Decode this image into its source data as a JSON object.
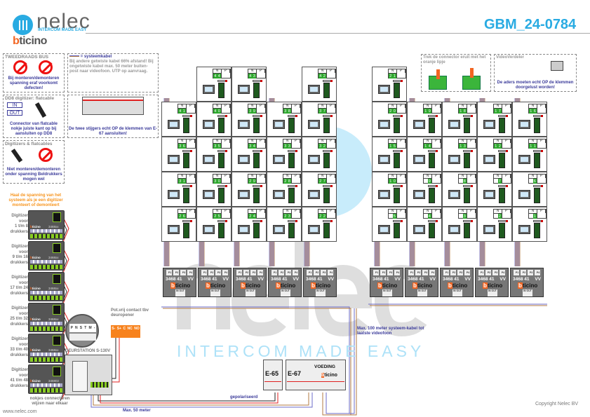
{
  "header": {
    "title": "GBM_24-0784",
    "logo_word": "nelec",
    "logo_tagline": "INTERCOM MADE EASY",
    "brand_b": "b",
    "brand_rest": "ticino"
  },
  "watermark": {
    "word": "nelec",
    "tagline": "INTERCOM MADE EASY"
  },
  "notes": {
    "bus": {
      "heading": "TWEEDRAADS BUS",
      "text": "Bij monteren/demonteren spanning eraf voorkomt defecten!"
    },
    "cable": {
      "heading": "= systeemkabel",
      "text": "Bij andere getwiste kabel 66% afstand! Bij ongetwiste kabel max. 50 meter buiten-post naar videofoon. UTP op aanvraag."
    },
    "dd8": {
      "heading": "DD8 digitizer: flatcable",
      "in": "IN",
      "out": "OUT",
      "text": "Connector van flatcable nokje juiste kant op bij aansluiten op DD8"
    },
    "e67": {
      "text": "De twee stijgers echt OP de klemmen van E-67 aansluiten!"
    },
    "flat": {
      "heading": "Digitizers & flatcables",
      "text": "Niet monteren/demonteren onder spanning Beldrukkers mogen wel"
    },
    "connector": {
      "heading": "Trek de connector eruit met het oranje lipje"
    },
    "splitter": {
      "heading": "VideoVerdeler",
      "text": "De aders moeten echt OP de klemmen doorgelust worden!"
    }
  },
  "digitizer_warning": "Haal de spanning van het systeem als je een digitizer monteert of demonteert",
  "digitizers": [
    {
      "label": "Digitizer\nvoor\n1 t/m 8\ndrukkers",
      "model": "3468xx"
    },
    {
      "label": "Digitizer\nvoor\n9 t/m 16\ndrukkers",
      "model": "3468xx"
    },
    {
      "label": "Digitizer\nvoor\n17 t/m 24\ndrukkers",
      "model": "3468xx"
    },
    {
      "label": "Digitizer\nvoor\n25 t/m 32\ndrukkers",
      "model": "3468xx"
    },
    {
      "label": "Digitizer\nvoor\n33 t/m 40\ndrukkers",
      "model": "3468xx"
    },
    {
      "label": "Digitizer\nvoor\n41 t/m 48\ndrukkers",
      "model": "346802"
    }
  ],
  "digitizer_brand": {
    "b": "b",
    "rest": "ticino"
  },
  "unit_header": {
    "n": "N",
    "p": "P"
  },
  "left_block": [
    [
      null,
      "44",
      "43",
      null,
      "42"
    ],
    [
      "41",
      "40",
      "39",
      "38",
      "37"
    ],
    [
      "36",
      "35",
      "34",
      "33",
      "32"
    ],
    [
      "31",
      "30",
      "29",
      "28",
      "27"
    ],
    [
      "26",
      "25",
      "24",
      "23",
      "22"
    ]
  ],
  "right_block": [
    [
      "21",
      null,
      null,
      null,
      null
    ],
    [
      "20",
      "19",
      "18",
      "17",
      "16"
    ],
    [
      "15",
      "14",
      "13",
      "12",
      "11"
    ],
    [
      "10",
      "9",
      "8",
      "7",
      "6"
    ],
    [
      "5",
      "4",
      "3",
      "2",
      "1"
    ]
  ],
  "distributor": {
    "model": "3468 41",
    "vv": "VV",
    "ports": [
      "P1",
      "P2",
      "P3",
      "P4"
    ],
    "io": "IN OUT",
    "brand_b": "b",
    "brand_rest": "ticino"
  },
  "door_station": {
    "label": "DEURSTATION S-130V",
    "terminals": [
      "P",
      "N",
      "S",
      "T",
      "M",
      "-"
    ]
  },
  "relay": {
    "label": "Pot.vrij contact tbv deuropener",
    "terminals": [
      "S-",
      "S+",
      "C",
      "NC",
      "NO"
    ]
  },
  "e65": {
    "name": "E-65"
  },
  "e67": {
    "name": "E-67",
    "label": "VOEDING"
  },
  "labels": {
    "polarized": "gepolariseerd",
    "max50": "Max. 50 meter",
    "max100": "Max. 100 meter systeem-kabel tot laatste videofoon",
    "notches": "nokjes connectoren wijzen naar elkaar",
    "website": "www.nelec.com",
    "copyright": "Copyright Nelec BV"
  },
  "colors": {
    "blue_wire": "#6b6bc8",
    "brown_wire": "#b07840",
    "red_wire": "#e02020",
    "accent": "#29abe2",
    "bticino": "#f26522"
  }
}
